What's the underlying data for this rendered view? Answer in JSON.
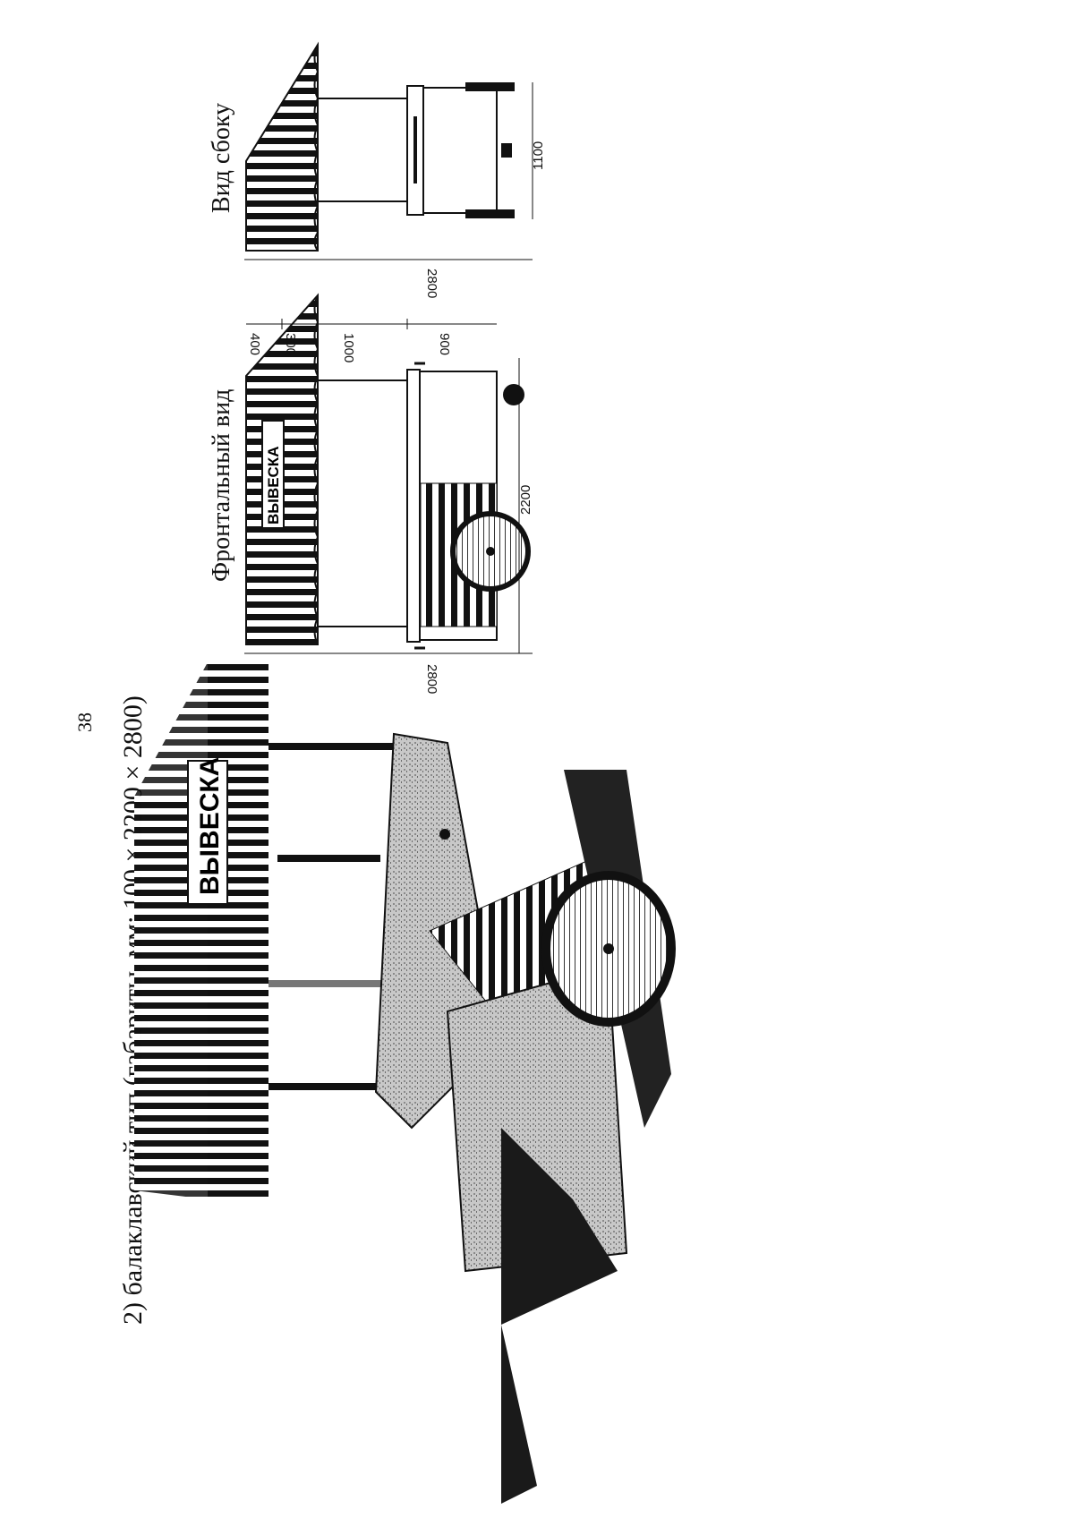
{
  "page": {
    "number": "38",
    "caption": "2) балаклавский тип (габариты, мм: 100 × 2200 × 2800)"
  },
  "front_view": {
    "title": "Фронтальный вид",
    "sign": "ВЫВЕСКА",
    "dim_width": "2800",
    "dim_length": "2200",
    "dim_roof_top": "400",
    "dim_roof_edge": "300",
    "dim_posts": "1000",
    "dim_counter": "900"
  },
  "side_view": {
    "title": "Вид сбоку",
    "dim_width": "2800",
    "dim_depth": "1100"
  },
  "illustration": {
    "sign": "ВЫВЕСКА"
  },
  "colors": {
    "ink": "#111111",
    "paper": "#ffffff",
    "shade": "#9a9a9a"
  }
}
